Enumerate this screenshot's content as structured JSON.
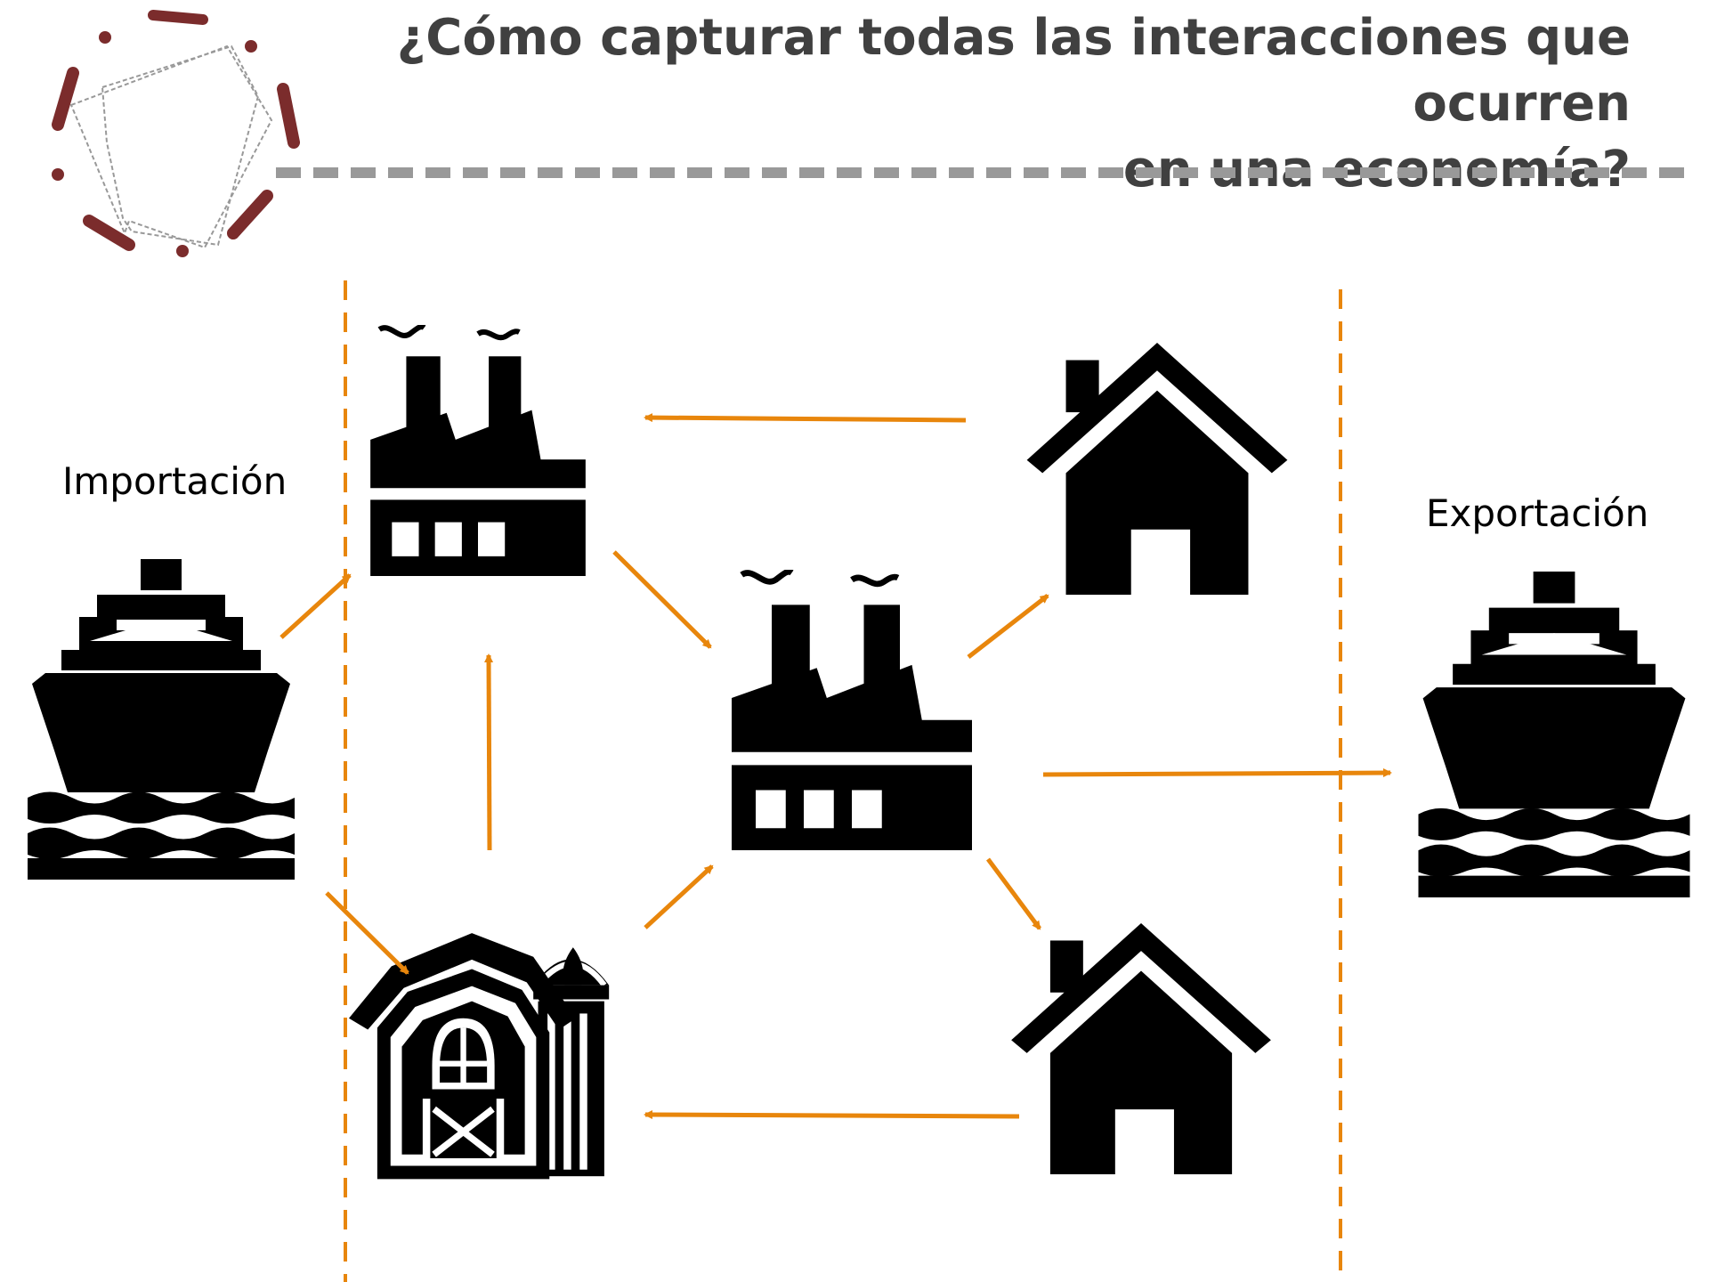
{
  "title": {
    "line1": "¿Cómo capturar todas las interacciones que ocurren",
    "line2": "en una economía?"
  },
  "labels": {
    "import": "Importación",
    "export": "Exportación"
  },
  "colors": {
    "accent_arrow": "#E8860C",
    "title_text": "#404040",
    "logo_maroon": "#7B2C2C",
    "divider_gray": "#999999",
    "icon_black": "#000000"
  },
  "icons": [
    "logo-emblem",
    "ship-icon",
    "factory-icon",
    "house-icon",
    "barn-silo-icon"
  ]
}
